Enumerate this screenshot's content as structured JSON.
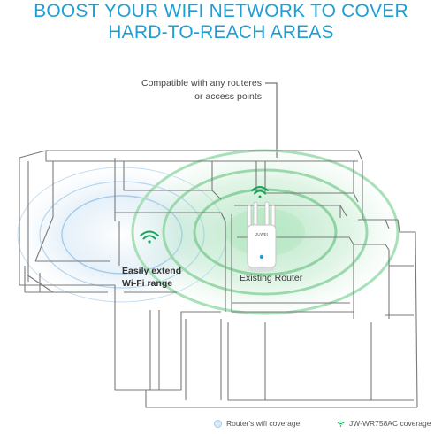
{
  "headline": {
    "line1": "BOOST YOUR WIFI NETWORK TO COVER",
    "line2": "HARD-TO-REACH AREAS"
  },
  "callout": {
    "line1": "Compatible with any routeres",
    "line2": "or access points"
  },
  "labels": {
    "extend_line1": "Easily extend",
    "extend_line2": "Wi-Fi range",
    "router": "Existing Router"
  },
  "router_badge": "JUWEI",
  "legend": {
    "router_coverage": "Router's wifi coverage",
    "extender_coverage": "JW-WR758AC coverage"
  },
  "colors": {
    "headline": "#1e9fd4",
    "wifi_green": "#1aa35a",
    "blue_coverage": "#cfe3f3",
    "green_coverage": "#b9e6c4"
  },
  "icons": {
    "wifi_left": "wifi-icon",
    "wifi_router": "wifi-icon",
    "router": "router-icon"
  }
}
